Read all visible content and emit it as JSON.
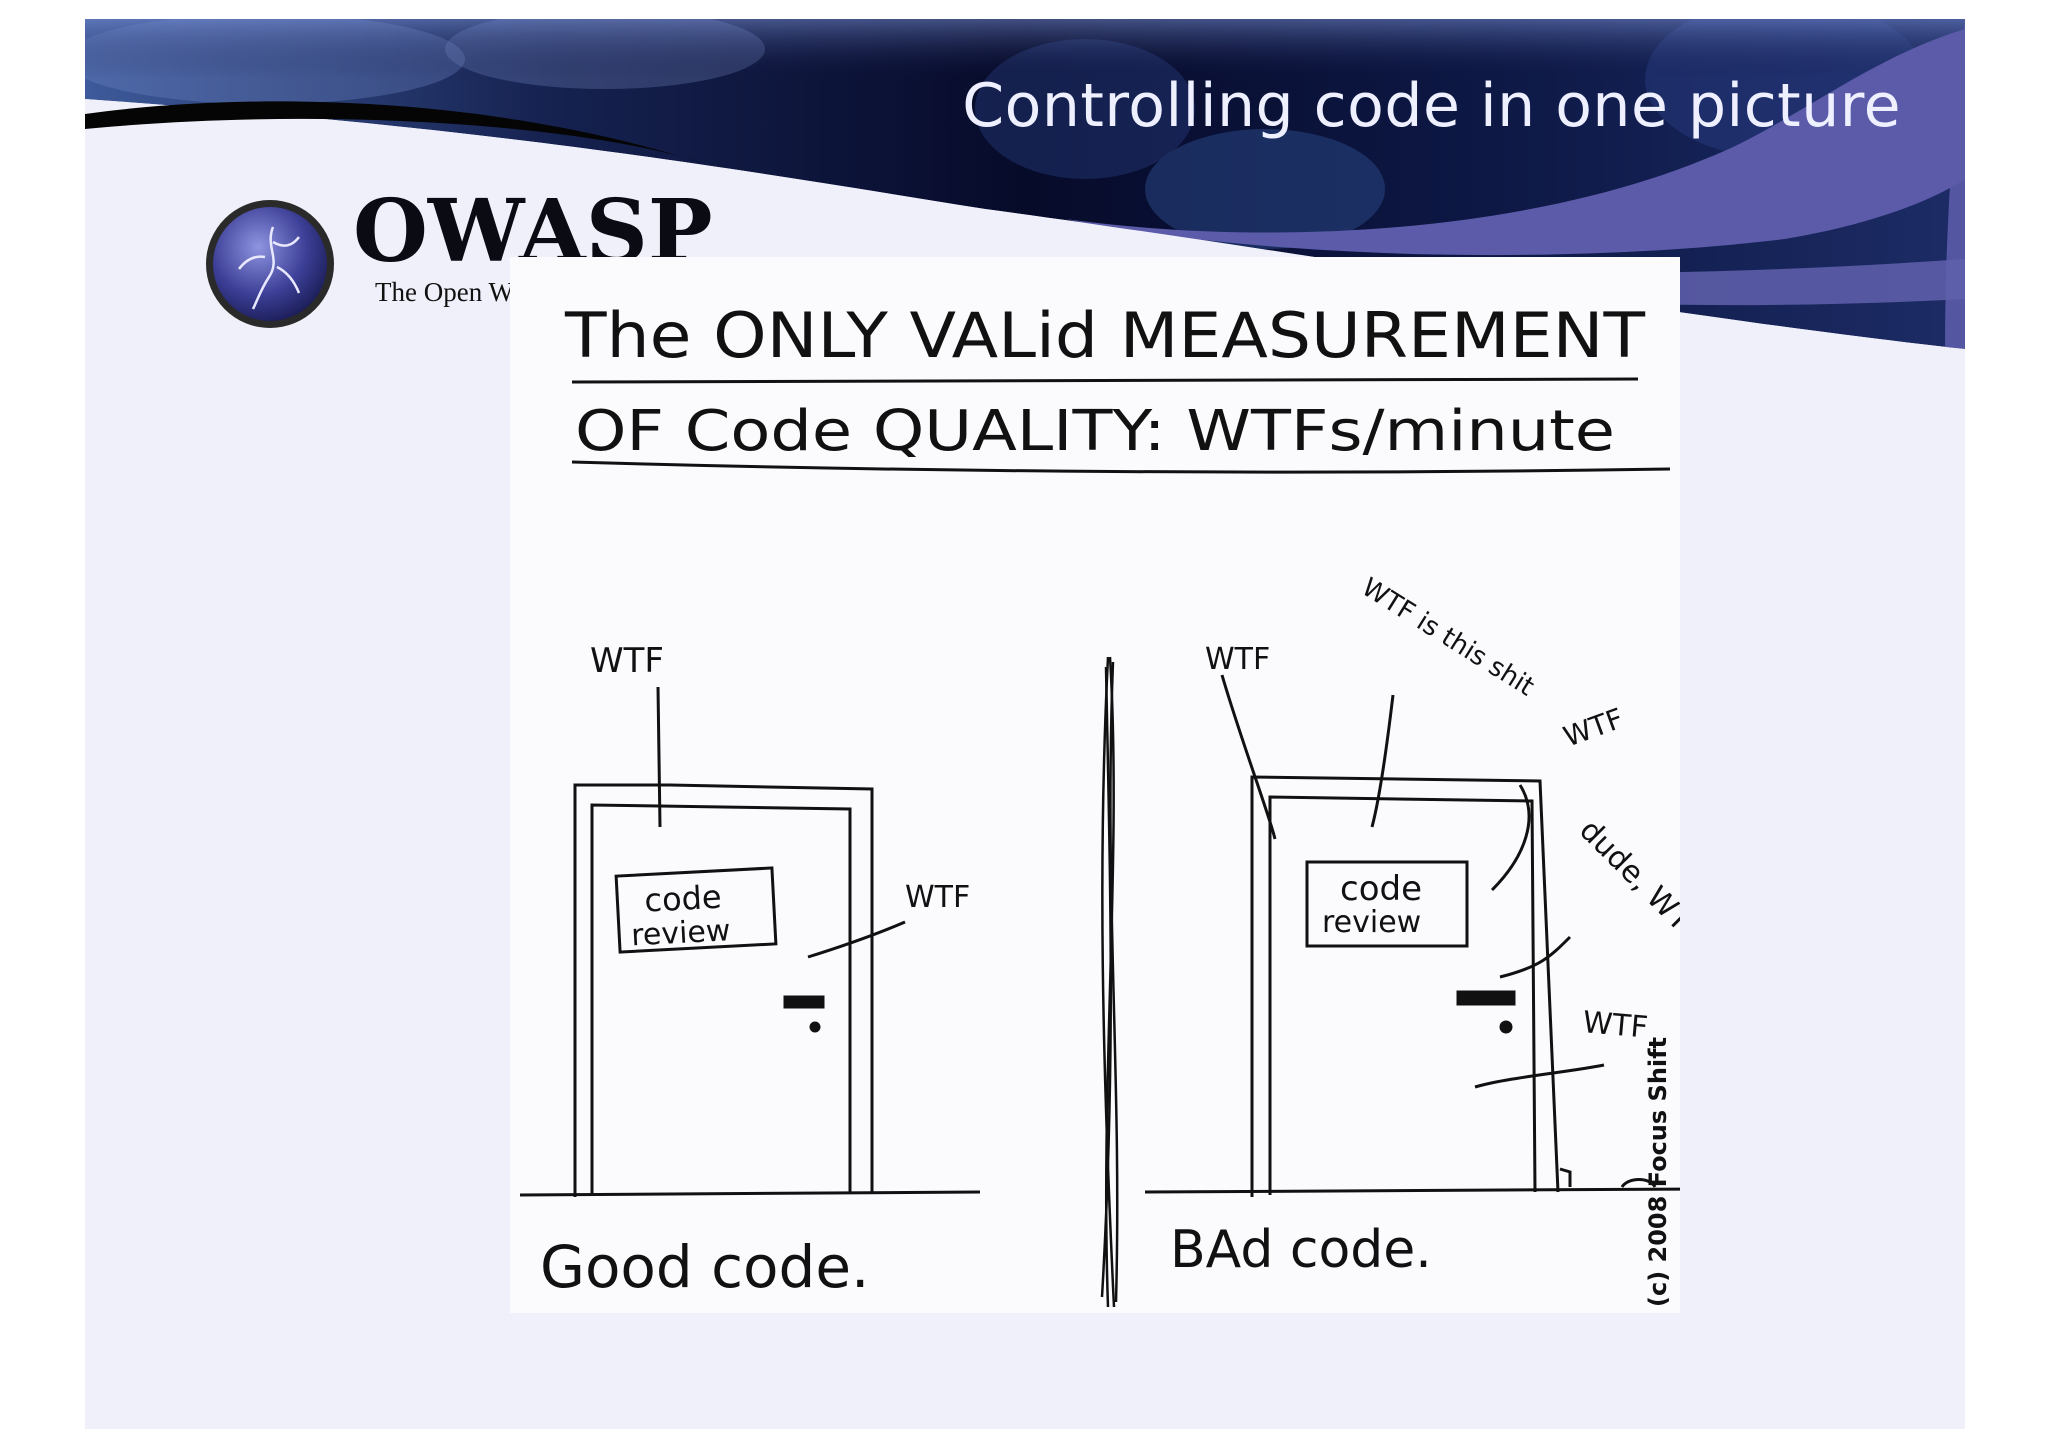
{
  "slide": {
    "title": "Controlling code in one picture"
  },
  "logo": {
    "name": "OWASP",
    "tagline": "The Open W"
  },
  "comic": {
    "heading_line1": "The ONLY VALid MEASUREMENT",
    "heading_line2": "OF Code QUALITY: WTFs/minute",
    "left_panel": {
      "sign_line1": "code",
      "sign_line2": "review",
      "wtf_top": "WTF",
      "wtf_right": "WTF",
      "caption": "Good code."
    },
    "right_panel": {
      "sign_line1": "code",
      "sign_line2": "review",
      "wtf_1": "WTF",
      "wtf_2": "WTF is this shit",
      "wtf_3": "WTF",
      "wtf_4": "dude, WTF",
      "wtf_5": "WTF",
      "caption": "BAd code."
    },
    "copyright": "(c) 2008 Focus Shift"
  },
  "colors": {
    "banner_dark": "#0a0f3a",
    "banner_purple": "#5a5aa8",
    "slide_bg": "#f0f0fa",
    "title_text": "#eef0ff"
  }
}
